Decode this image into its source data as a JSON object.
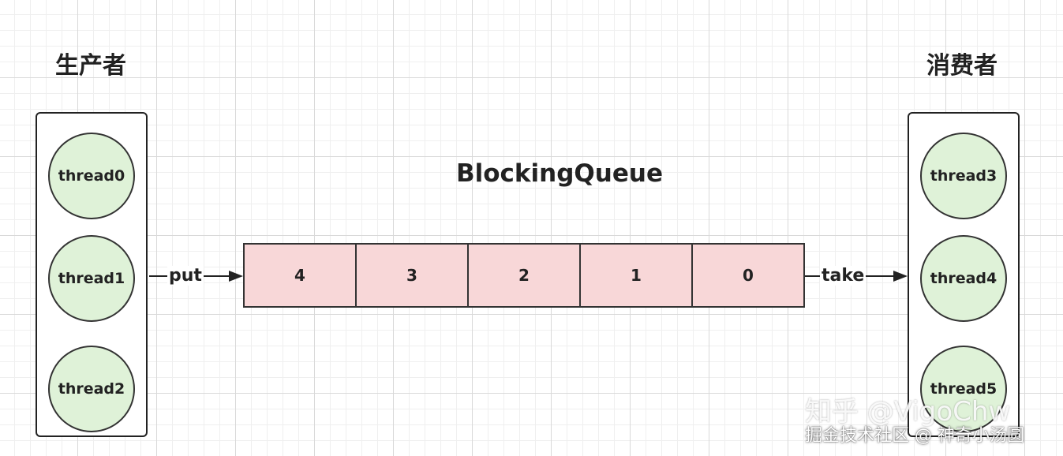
{
  "producer": {
    "heading": "生产者",
    "threads": [
      "thread0",
      "thread1",
      "thread2"
    ]
  },
  "consumer": {
    "heading": "消费者",
    "threads": [
      "thread3",
      "thread4",
      "thread5"
    ]
  },
  "queue": {
    "title": "BlockingQueue",
    "slots": [
      "4",
      "3",
      "2",
      "1",
      "0"
    ]
  },
  "arrows": {
    "put_label": "put",
    "take_label": "take"
  },
  "watermark": {
    "line1": "知乎 @VigoChw",
    "line2": "掘金技术社区 @ 神奇小汤圆"
  },
  "colors": {
    "thread_fill": "#dff2d8",
    "queue_fill": "#f8d7d8",
    "stroke": "#333333"
  }
}
